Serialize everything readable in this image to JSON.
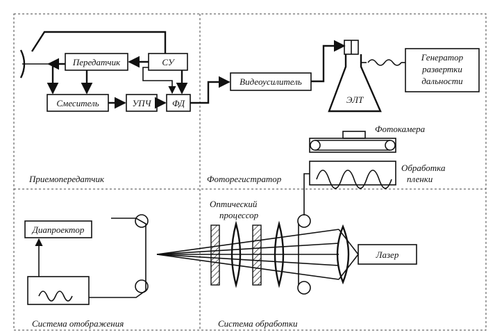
{
  "blocks": {
    "transmitter": "Передатчик",
    "control": "СУ",
    "mixer": "Смеситель",
    "if_amp": "УПЧ",
    "phase_detector": "ФД",
    "video_amp": "Видеоусилитель",
    "crt": "ЭЛТ",
    "scan_generator_1": "Генератор",
    "scan_generator_2": "развертки",
    "scan_generator_3": "дальности",
    "camera": "Фотокамера",
    "film_processing_1": "Обработка",
    "film_processing_2": "пленки",
    "projector": "Диапроектор",
    "optical_processor_1": "Оптический",
    "optical_processor_2": "процессор",
    "laser": "Лазер"
  },
  "sections": {
    "transceiver": "Приемопередатчик",
    "photo_recorder": "Фоторегистратор",
    "display_system": "Система   отображения",
    "processing_system": "Система  обработки"
  }
}
